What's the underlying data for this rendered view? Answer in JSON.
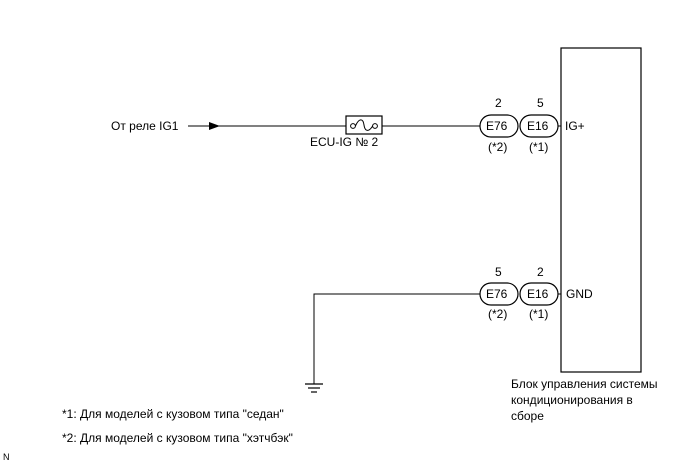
{
  "source_label": "От реле IG1",
  "fuse_label": "ECU-IG № 2",
  "ecu_label_lines": [
    "Блок управления системы",
    "кондиционирования в",
    "сборе"
  ],
  "terminals": {
    "ig": {
      "name": "IG+",
      "connectors": [
        {
          "code": "E76",
          "pin": "2",
          "note": "(*2)"
        },
        {
          "code": "E16",
          "pin": "5",
          "note": "(*1)"
        }
      ]
    },
    "gnd": {
      "name": "GND",
      "connectors": [
        {
          "code": "E76",
          "pin": "5",
          "note": "(*2)"
        },
        {
          "code": "E16",
          "pin": "2",
          "note": "(*1)"
        }
      ]
    }
  },
  "footnotes": [
    "*1: Для моделей с кузовом типа \"седан\"",
    "*2: Для моделей с кузовом типа \"хэтчбэк\""
  ],
  "corner_mark": "N"
}
